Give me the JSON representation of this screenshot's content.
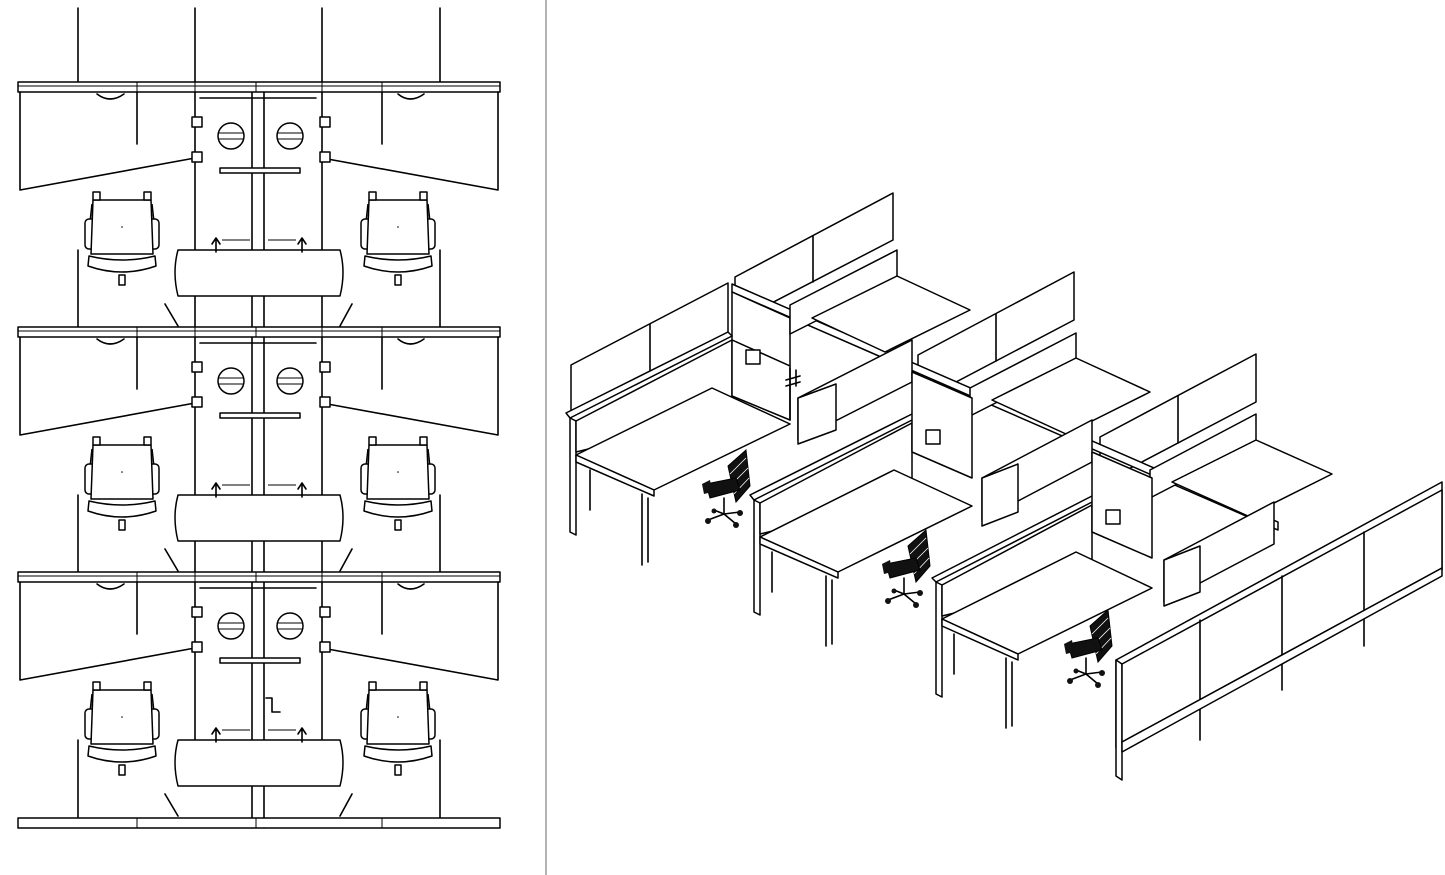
{
  "colors": {
    "line": "#000000",
    "background": "#ffffff",
    "divider": "#9a9a9a",
    "chair_mesh": "#111111"
  },
  "plan_view": {
    "rows": 3,
    "workstations_per_row": 2,
    "chairs_per_row": 2
  },
  "iso_view": {
    "workstations": 6,
    "chairs": 3
  }
}
